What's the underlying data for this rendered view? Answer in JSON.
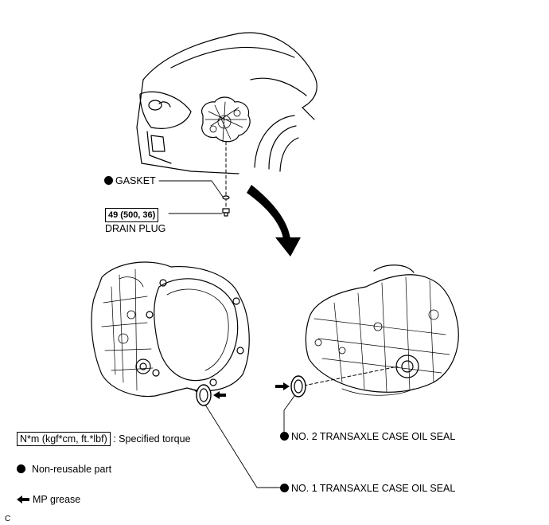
{
  "callouts": {
    "gasket": "GASKET",
    "torque_value": "49 (500, 36)",
    "drain_plug": "DRAIN PLUG",
    "seal_2": "NO. 2 TRANSAXLE CASE OIL SEAL",
    "seal_1": "NO. 1 TRANSAXLE CASE OIL SEAL"
  },
  "legend": {
    "torque_units": "N*m (kgf*cm, ft.*lbf)",
    "torque_desc": ": Specified torque",
    "non_reusable": "Non-reusable part",
    "mp_grease": "MP grease"
  },
  "figure_code": "C"
}
